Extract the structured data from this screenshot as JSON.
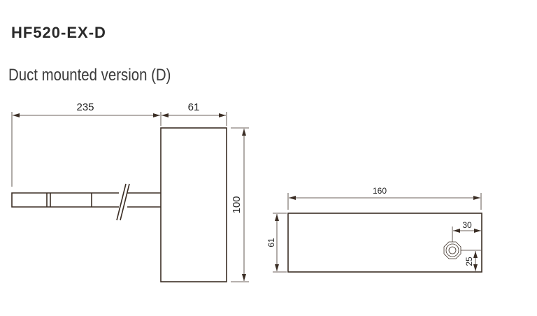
{
  "title": "HF520-EX-D",
  "subtitle": "Duct mounted version (D)",
  "side_view": {
    "probe_length": "235",
    "housing_depth": "61",
    "housing_height": "100"
  },
  "top_view": {
    "housing_width": "160",
    "housing_depth": "61",
    "gland_offset_x": "30",
    "gland_offset_y": "25"
  }
}
